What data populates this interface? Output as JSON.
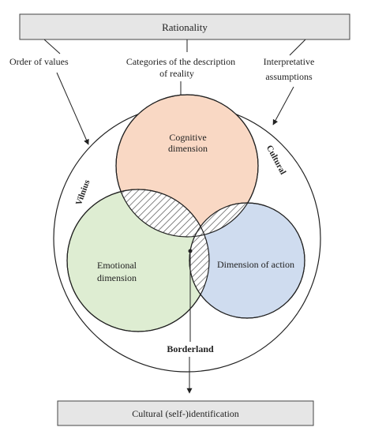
{
  "boxes": {
    "top": "Rationality",
    "bottom": "Cultural (self-)identification"
  },
  "inputs": {
    "left": "Order of values",
    "center_line1": "Categories of the description",
    "center_line2": "of reality",
    "right_line1": "Interpretative",
    "right_line2": "assumptions"
  },
  "circles": {
    "top_line1": "Cognitive",
    "top_line2": "dimension",
    "left_line1": "Emotional",
    "left_line2": "dimension",
    "right": "Dimension of action"
  },
  "outer": {
    "left_label": "Vilnius",
    "right_label": "Cultural",
    "center_label": "Borderland"
  },
  "colors": {
    "box_fill": "#e6e6e6",
    "cognitive": "#f9d8c4",
    "emotional": "#deedd2",
    "action": "#cfdcef",
    "stroke": "#222222"
  }
}
